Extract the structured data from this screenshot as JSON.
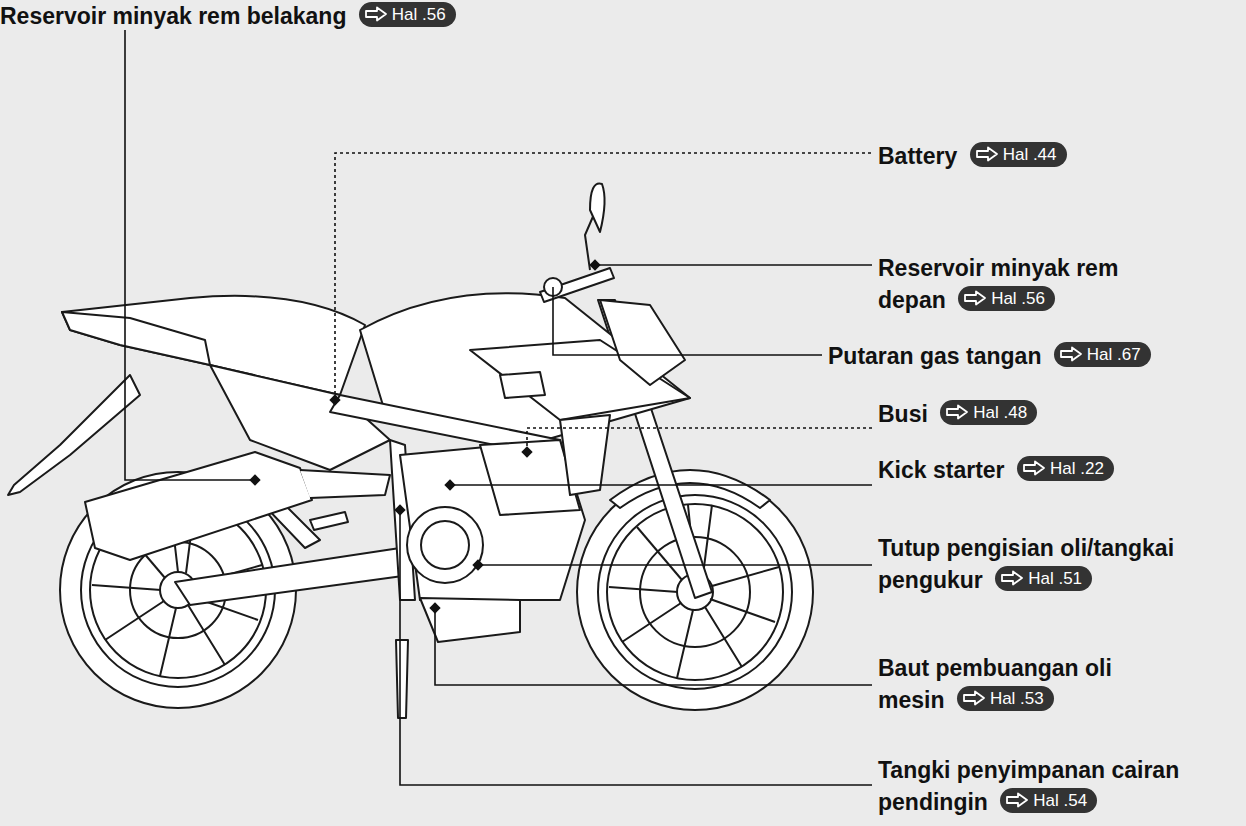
{
  "diagram": {
    "nodes": [
      {
        "text": [
          "Reservoir minyak rem belakang",
          "Hal .56"
        ]
      },
      {
        "text": [
          "Battery",
          "Hal .44"
        ]
      },
      {
        "text": [
          "Reservoir minyak rem depan",
          "Hal .56"
        ]
      },
      {
        "text": [
          "Putaran gas tangan",
          "Hal .67"
        ]
      },
      {
        "text": [
          "Busi",
          "Hal .48"
        ]
      },
      {
        "text": [
          "Kick starter",
          "Hal .22"
        ]
      },
      {
        "text": [
          "Tutup pengisian oli/tangkai pengukur",
          "Hal .51"
        ]
      },
      {
        "text": [
          "Baut pembuangan oli mesin",
          "Hal .53"
        ]
      },
      {
        "text": [
          "Tangki penyimpanan cairan pendingin",
          "Hal .54"
        ]
      }
    ]
  }
}
